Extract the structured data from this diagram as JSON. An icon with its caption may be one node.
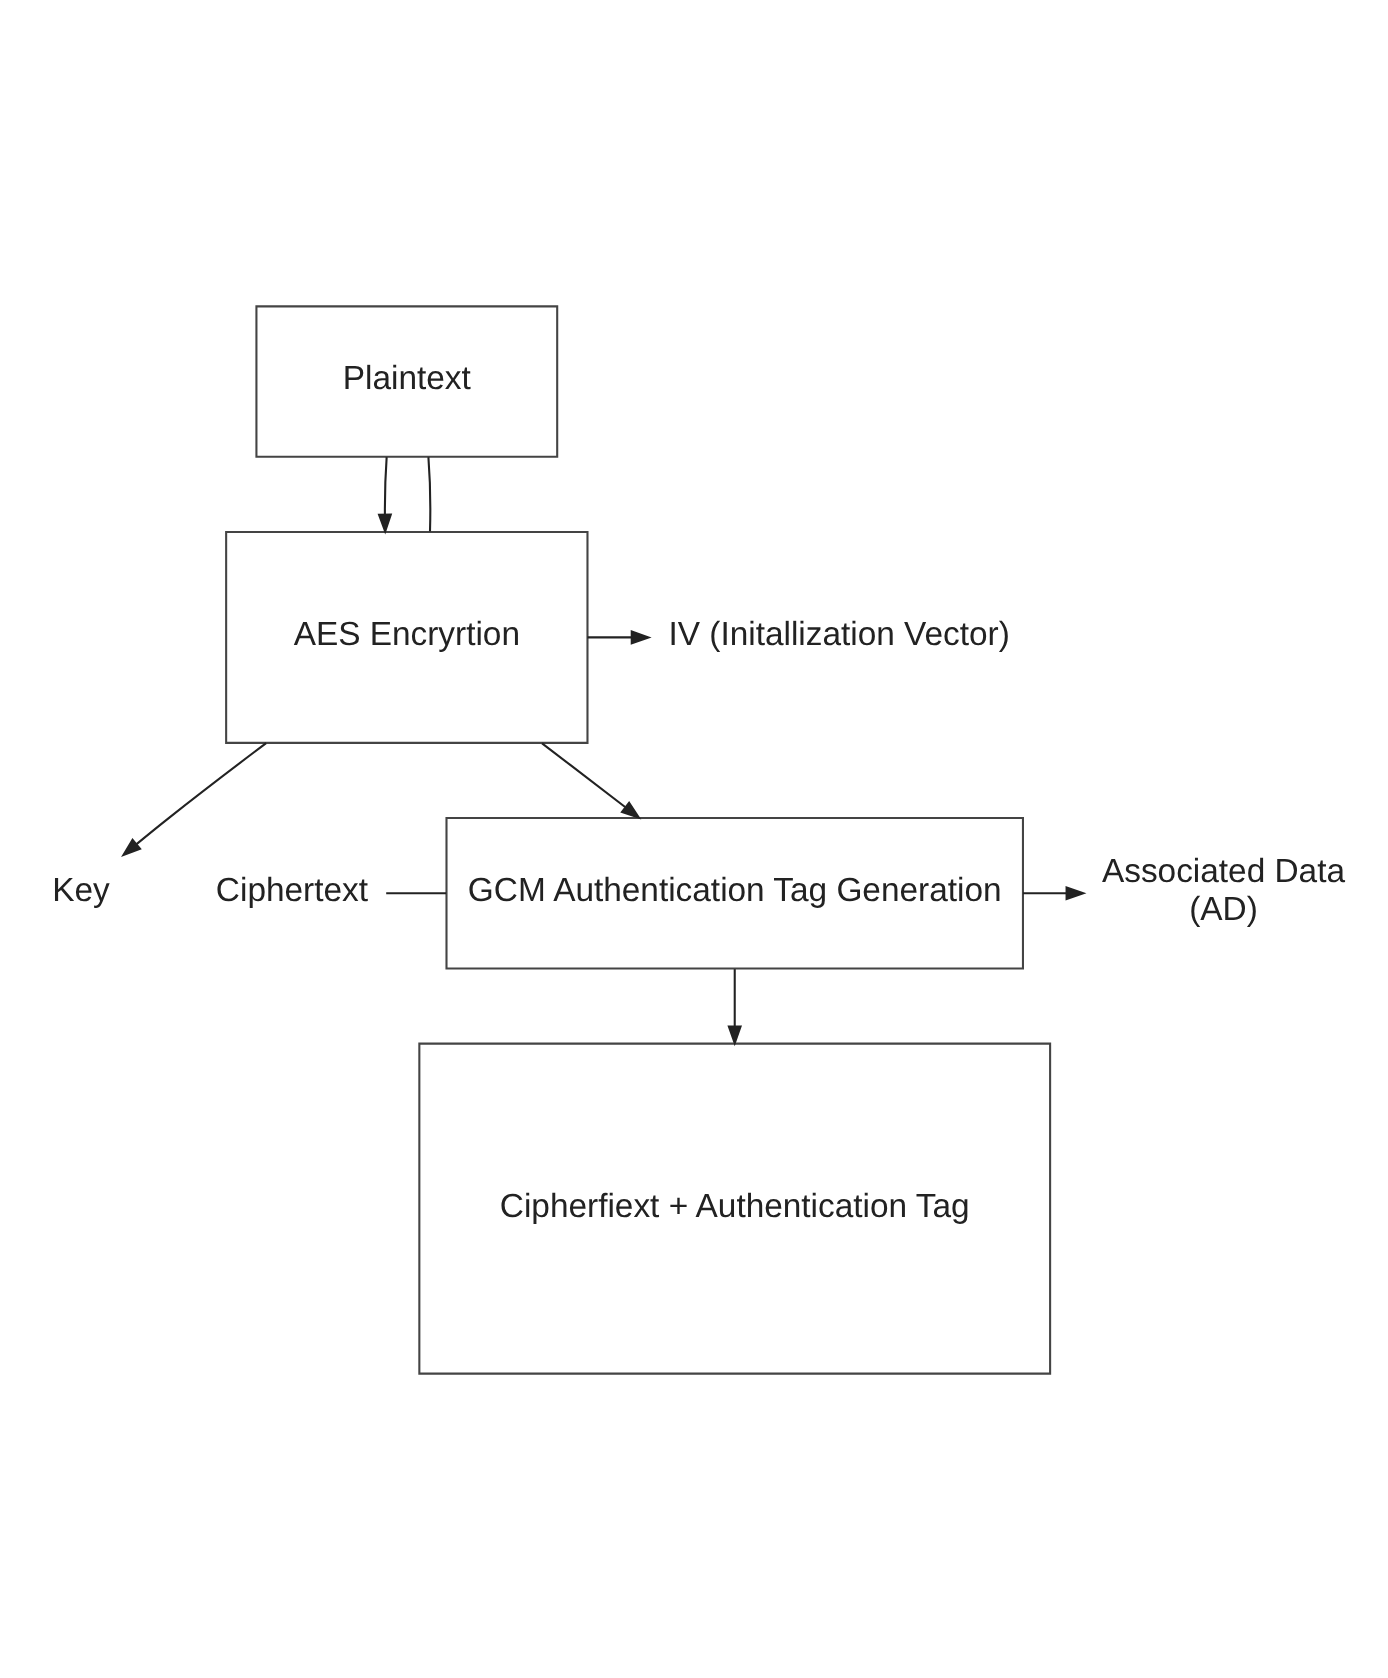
{
  "diagram": {
    "nodes": [
      {
        "text": [
          "Plaintext"
        ]
      },
      {
        "text": [
          "Key"
        ]
      },
      {
        "text": [
          "AES Encryrtion"
        ]
      },
      {
        "text": [
          "IV (Initallization Vector)"
        ]
      },
      {
        "text": [
          "Ciphertext"
        ]
      },
      {
        "text": [
          "GCM Authentication Tag Generation"
        ]
      },
      {
        "text": [
          "Associated Data (AD)"
        ]
      },
      {
        "text": [
          "Cipherfiext + Authentication Tag"
        ]
      }
    ],
    "edges": [
      {
        "from": 0,
        "to": 2,
        "arrow": "to"
      },
      {
        "from": 0,
        "to": 2,
        "arrow": "none"
      },
      {
        "from": 2,
        "to": 1,
        "arrow": "to"
      },
      {
        "from": 2,
        "to": 3,
        "arrow": "to"
      },
      {
        "from": 2,
        "to": 5,
        "arrow": "to"
      },
      {
        "from": 4,
        "to": 5,
        "arrow": "none"
      },
      {
        "from": 5,
        "to": 6,
        "arrow": "to"
      },
      {
        "from": 5,
        "to": 7,
        "arrow": "to"
      }
    ]
  }
}
